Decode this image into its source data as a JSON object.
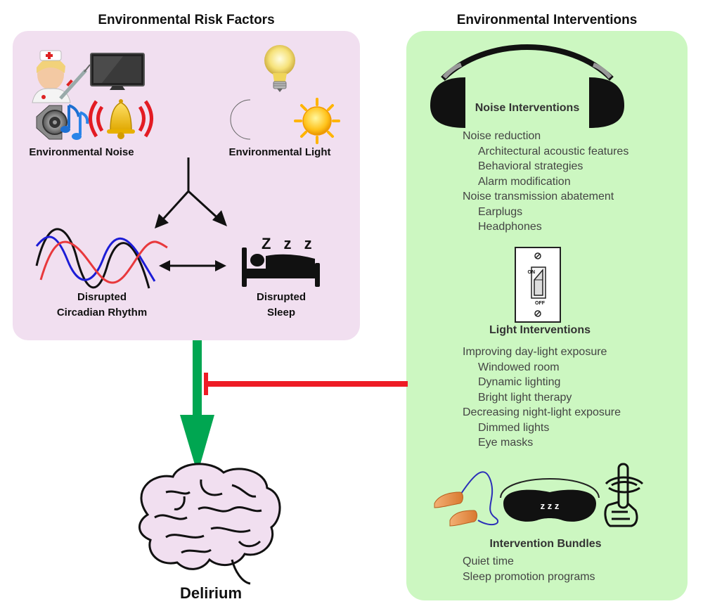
{
  "risk": {
    "title": "Environmental Risk Factors",
    "noise_label": "Environmental Noise",
    "light_label": "Environmental Light",
    "circadian_label_1": "Disrupted",
    "circadian_label_2": "Circadian Rhythm",
    "sleep_label_1": "Disrupted",
    "sleep_label_2": "Sleep"
  },
  "interventions": {
    "title": "Environmental Interventions",
    "noise": {
      "heading": "Noise Interventions",
      "items": [
        {
          "text": "Noise reduction",
          "level": 0
        },
        {
          "text": "Architectural acoustic features",
          "level": 1
        },
        {
          "text": "Behavioral strategies",
          "level": 1
        },
        {
          "text": "Alarm modification",
          "level": 1
        },
        {
          "text": "Noise transmission abatement",
          "level": 0
        },
        {
          "text": "Earplugs",
          "level": 1
        },
        {
          "text": "Headphones",
          "level": 1
        }
      ]
    },
    "switch": {
      "on": "ON",
      "off": "OFF"
    },
    "light": {
      "heading": "Light Interventions",
      "items": [
        {
          "text": "Improving day-light exposure",
          "level": 0
        },
        {
          "text": "Windowed room",
          "level": 1
        },
        {
          "text": "Dynamic lighting",
          "level": 1
        },
        {
          "text": "Bright light therapy",
          "level": 1
        },
        {
          "text": "Decreasing night-light exposure",
          "level": 0
        },
        {
          "text": "Dimmed lights",
          "level": 1
        },
        {
          "text": "Eye masks",
          "level": 1
        }
      ]
    },
    "mask_text": "z z z",
    "bundles": {
      "heading": "Intervention Bundles",
      "items": [
        {
          "text": "Quiet time",
          "level": 0
        },
        {
          "text": "Sleep promotion programs",
          "level": 0
        }
      ]
    }
  },
  "sleep_zzz": "Z z z",
  "outcome": "Delirium",
  "colors": {
    "risk_bg": "#f1dff0",
    "intervention_bg": "#ccf7c1",
    "arrow_green": "#00a651",
    "inhibit_red": "#ee1c25",
    "curve_red": "#e8383c",
    "curve_blue": "#1c1cd6"
  },
  "icons": [
    "nurse-icon",
    "tv-icon",
    "speaker-icon",
    "music-notes-icon",
    "alarm-bell-icon",
    "lightbulb-icon",
    "moon-icon",
    "sun-icon",
    "bed-icon",
    "headphones-icon",
    "light-switch-icon",
    "earplugs-icon",
    "sleep-mask-icon",
    "shush-icon",
    "brain-icon"
  ]
}
